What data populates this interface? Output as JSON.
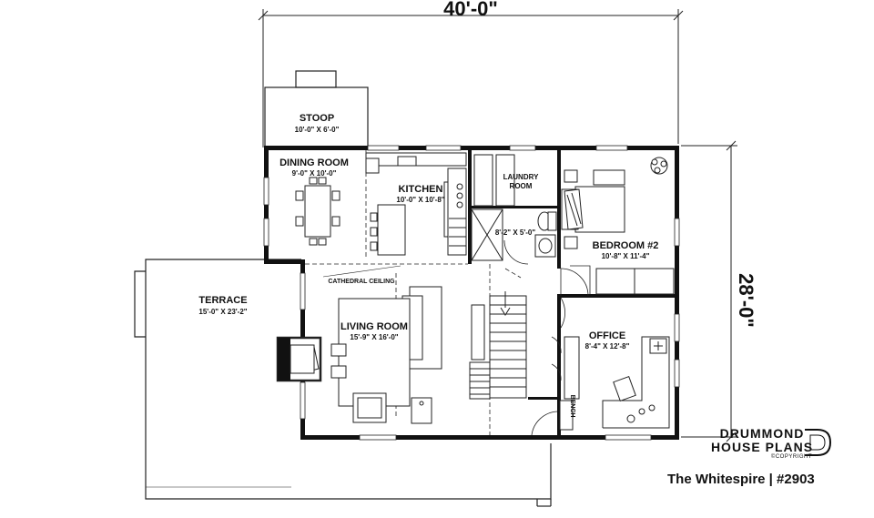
{
  "plan": {
    "overall_width": "40'-0\"",
    "overall_depth": "28'-0\"",
    "rooms": {
      "stoop": {
        "name": "STOOP",
        "size": "10'-0\" X 6'-0\""
      },
      "dining": {
        "name": "DINING ROOM",
        "size": "9'-0\" X 10'-0\""
      },
      "kitchen": {
        "name": "KITCHEN",
        "size": "10'-0\" X 10'-8\""
      },
      "laundry": {
        "name": "LAUNDRY",
        "name2": "ROOM"
      },
      "bath": {
        "size": "8'-2\" X 5'-0\""
      },
      "bedroom2": {
        "name": "BEDROOM #2",
        "size": "10'-8\" X 11'-4\""
      },
      "terrace": {
        "name": "TERRACE",
        "size": "15'-0\" X 23'-2\""
      },
      "cathedral": {
        "name": "CATHEDRAL CEILING"
      },
      "living": {
        "name": "LIVING ROOM",
        "size": "15'-9\" X 16'-0\""
      },
      "office": {
        "name": "OFFICE",
        "size": "8'-4\" X 12'-8\""
      },
      "bench": {
        "name": "BENCH"
      }
    }
  },
  "branding": {
    "line1": "DRUMMOND",
    "line2": "HOUSE PLANS",
    "copyright": "©COPYRIGHT",
    "title": "The Whitespire | #2903"
  }
}
